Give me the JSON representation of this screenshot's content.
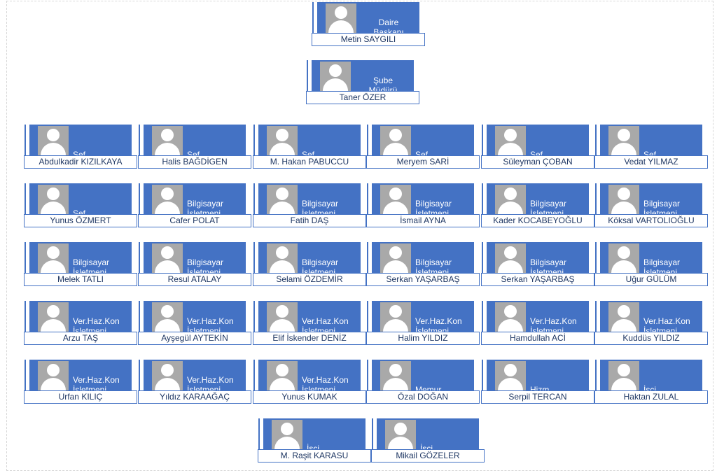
{
  "top": [
    {
      "title": "Daire\nBaşkanı",
      "name": "Metin SAYGILI"
    },
    {
      "title": "Şube\nMüdürü",
      "name": "Taner ÖZER"
    }
  ],
  "rows": [
    [
      {
        "title": "Şef",
        "name": "Abdulkadir KIZILKAYA"
      },
      {
        "title": "Şef",
        "name": "Halis BAĞDİGEN"
      },
      {
        "title": "Şef",
        "name": "M. Hakan PABUCCU"
      },
      {
        "title": "Şef",
        "name": "Meryem SARİ"
      },
      {
        "title": "Şef",
        "name": "Süleyman ÇOBAN"
      },
      {
        "title": "Şef",
        "name": "Vedat YILMAZ"
      }
    ],
    [
      {
        "title": "Şef",
        "name": "Yunus ÖZMERT"
      },
      {
        "title": "Bilgisayar\nİşletmeni",
        "name": "Cafer POLAT"
      },
      {
        "title": "Bilgisayar\nİşletmeni",
        "name": "Fatih DAŞ"
      },
      {
        "title": "Bilgisayar\nİşletmeni",
        "name": "İsmail AYNA"
      },
      {
        "title": "Bilgisayar\nİşletmeni",
        "name": "Kader KOCABEYOĞLU"
      },
      {
        "title": "Bilgisayar\nİşletmeni",
        "name": "Köksal VARTOLIOĞLU"
      }
    ],
    [
      {
        "title": "Bilgisayar\nİşletmeni",
        "name": "Melek TATLI"
      },
      {
        "title": "Bilgisayar\nİşletmeni",
        "name": "Resul ATALAY"
      },
      {
        "title": "Bilgisayar\nİşletmeni",
        "name": "Selami ÖZDEMİR"
      },
      {
        "title": "Bilgisayar\nİşletmeni",
        "name": "Serkan YAŞARBAŞ"
      },
      {
        "title": "Bilgisayar\nİşletmeni",
        "name": "Serkan YAŞARBAŞ"
      },
      {
        "title": "Bilgisayar\nİşletmeni",
        "name": "Uğur GÜLÜM"
      }
    ],
    [
      {
        "title": "Ver.Haz.Kon\nİşletmeni",
        "name": "Arzu TAŞ"
      },
      {
        "title": "Ver.Haz.Kon\nİşletmeni",
        "name": "Ayşegül AYTEKİN"
      },
      {
        "title": "Ver.Haz.Kon\nİşletmeni",
        "name": "Elif İskender DENİZ"
      },
      {
        "title": "Ver.Haz.Kon\nİşletmeni",
        "name": "Halim YILDIZ"
      },
      {
        "title": "Ver.Haz.Kon\nİşletmeni",
        "name": "Hamdullah ACİ"
      },
      {
        "title": "Ver.Haz.Kon\nİşletmeni",
        "name": "Kuddüs YILDIZ"
      }
    ],
    [
      {
        "title": "Ver.Haz.Kon\nİşletmeni",
        "name": "Urfan KILIÇ"
      },
      {
        "title": "Ver.Haz.Kon\nİşletmeni",
        "name": "Yıldız KARAAĞAÇ"
      },
      {
        "title": "Ver.Haz.Kon\nİşletmeni",
        "name": "Yunus KUMAK"
      },
      {
        "title": "Memur",
        "name": "Özal DOĞAN"
      },
      {
        "title": "Hizm.",
        "name": "Serpil TERCAN"
      },
      {
        "title": "İşçi",
        "name": "Haktan ZULAL"
      }
    ],
    [
      {
        "title": "İşçi",
        "name": "M. Raşit KARASU"
      },
      {
        "title": "İşçi",
        "name": "Mikail GÖZELER"
      }
    ]
  ]
}
